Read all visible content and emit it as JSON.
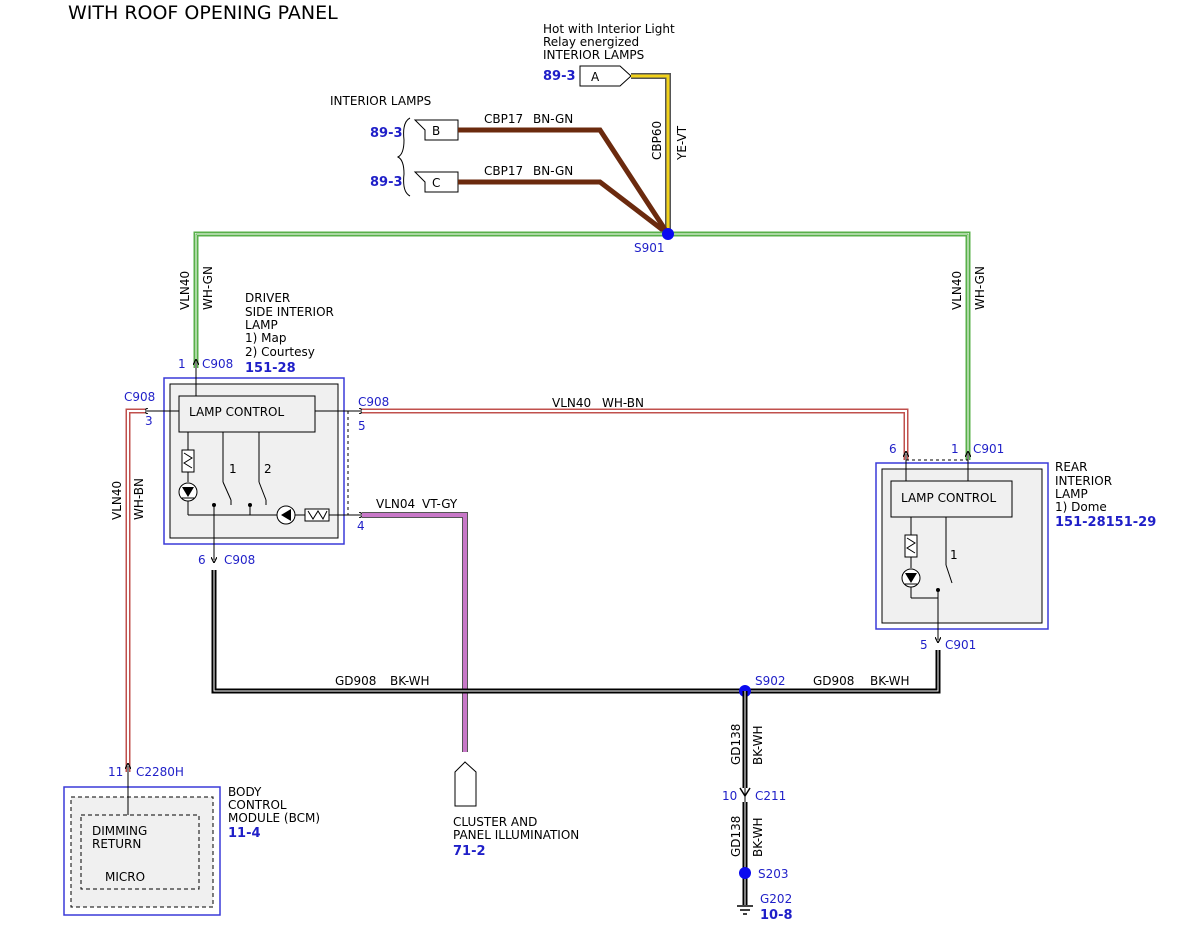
{
  "title": "WITH ROOF OPENING PANEL",
  "hot_note": {
    "line1": "Hot with Interior Light",
    "line2": "Relay energized",
    "line3": "INTERIOR LAMPS"
  },
  "interior_lamps_label": "INTERIOR LAMPS",
  "connectors": {
    "a": {
      "letter": "A",
      "ref": "89-3"
    },
    "b": {
      "letter": "B",
      "ref": "89-3"
    },
    "c": {
      "letter": "C",
      "ref": "89-3"
    }
  },
  "wires": {
    "cbp17_b": {
      "circuit": "CBP17",
      "color": "BN-GN"
    },
    "cbp17_c": {
      "circuit": "CBP17",
      "color": "BN-GN"
    },
    "cbp60": {
      "circuit": "CBP60",
      "color": "YE-VT"
    },
    "vln40_left": {
      "circuit": "VLN40",
      "color": "WH-GN"
    },
    "vln40_right": {
      "circuit": "VLN40",
      "color": "WH-GN"
    },
    "vln40_mid": {
      "circuit": "VLN40",
      "color": "WH-BN"
    },
    "vln40_bcm": {
      "circuit": "VLN40",
      "color": "WH-BN"
    },
    "vln04": {
      "circuit": "VLN04",
      "color": "VT-GY"
    },
    "gd908_left": {
      "circuit": "GD908",
      "color": "BK-WH"
    },
    "gd908_right": {
      "circuit": "GD908",
      "color": "BK-WH"
    },
    "gd138_upper": {
      "circuit": "GD138",
      "color": "BK-WH"
    },
    "gd138_lower": {
      "circuit": "GD138",
      "color": "BK-WH"
    }
  },
  "splices": {
    "s901": "S901",
    "s902": "S902",
    "s203": "S203"
  },
  "driver_lamp": {
    "line1": "DRIVER",
    "line2": "SIDE INTERIOR",
    "line3": "LAMP",
    "line4": "1) Map",
    "line5": "2) Courtesy",
    "ref": "151-28",
    "control_label": "LAMP CONTROL",
    "switch1": "1",
    "switch2": "2",
    "pins": {
      "p1": {
        "num": "1",
        "conn": "C908"
      },
      "p3": {
        "num": "3",
        "conn": "C908"
      },
      "p5": {
        "num": "5",
        "conn": "C908"
      },
      "p4": {
        "num": "4"
      },
      "p6": {
        "num": "6",
        "conn": "C908"
      }
    }
  },
  "rear_lamp": {
    "line1": "REAR",
    "line2": "INTERIOR",
    "line3": "LAMP",
    "line4": "1) Dome",
    "ref": "151-28151-29",
    "control_label": "LAMP CONTROL",
    "switch1": "1",
    "pins": {
      "p6": {
        "num": "6"
      },
      "p1": {
        "num": "1",
        "conn": "C901"
      },
      "p5": {
        "num": "5",
        "conn": "C901"
      }
    }
  },
  "bcm": {
    "line1": "BODY",
    "line2": "CONTROL",
    "line3": "MODULE (BCM)",
    "ref": "11-4",
    "inner1": "DIMMING",
    "inner2": "RETURN",
    "micro": "MICRO",
    "pin": {
      "num": "11",
      "conn": "C2280H"
    }
  },
  "cluster": {
    "line1": "CLUSTER AND",
    "line2": "PANEL ILLUMINATION",
    "ref": "71-2"
  },
  "c211": {
    "num": "10",
    "conn": "C211"
  },
  "ground": {
    "name": "G202",
    "ref": "10-8"
  },
  "colors": {
    "brown": "#6b2a0e",
    "yellow": "#f2d21a",
    "green": "#58b04a",
    "red": "#c0504d",
    "violet": "#c878c8",
    "black": "#000000",
    "blue_text": "#1f1fc8",
    "box_fill": "#f0f0f0"
  }
}
